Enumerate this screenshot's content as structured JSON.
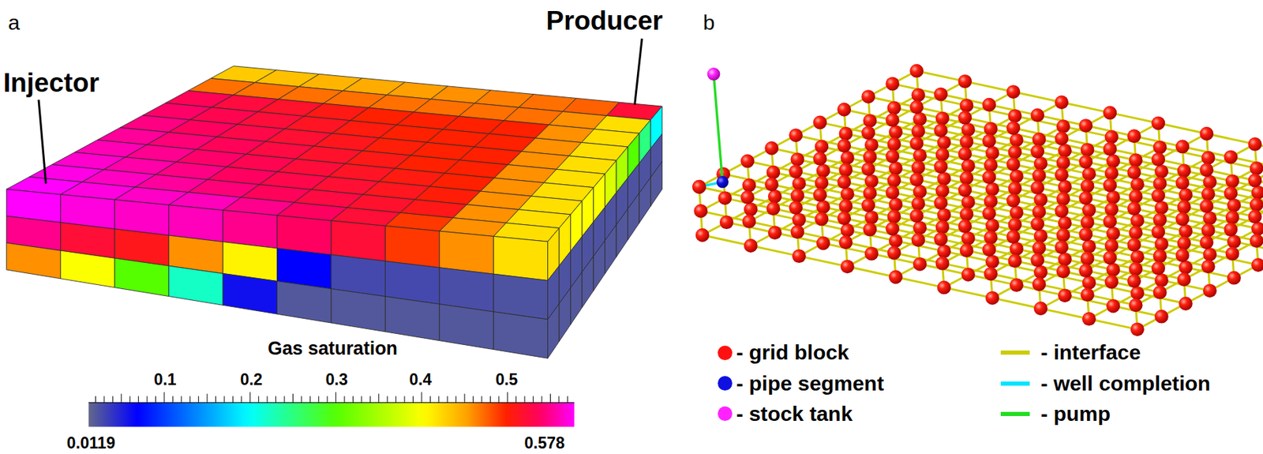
{
  "diagram": {
    "labels": [
      "a",
      "Injector",
      "Producer",
      "Gas saturation",
      "0.1",
      "0.2",
      "0.3",
      "0.4",
      "0.5",
      "0.0119",
      "0.578",
      "b"
    ],
    "legend": [
      {
        "text": "- grid block",
        "color": "#ff1010"
      },
      {
        "text": "- pipe segment",
        "color": "#1010e0"
      },
      {
        "text": "- stock tank",
        "color": "#ff22ff"
      },
      {
        "text": "- interface",
        "color": "#cccc00"
      },
      {
        "text": "- well completion",
        "color": "#00e5ff"
      },
      {
        "text": "- pump",
        "color": "#22dd22"
      }
    ]
  }
}
